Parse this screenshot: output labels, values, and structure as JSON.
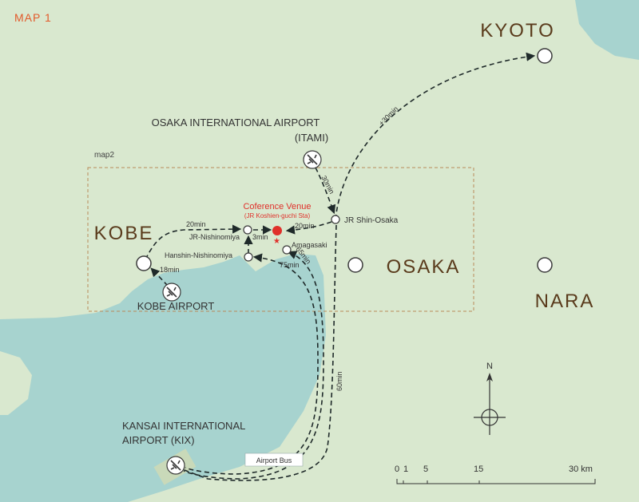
{
  "map": {
    "title": "MAP 1",
    "inset_label": "map2",
    "colors": {
      "land": "#d9e8cf",
      "water": "#a7d3cf",
      "route": "#1f2a2a",
      "city_text": "#5a3b1c",
      "title": "#e25a2a",
      "venue": "#e0302a",
      "box": "#b98a5a"
    },
    "cities": {
      "kyoto": "KYOTO",
      "kobe": "KOBE",
      "osaka": "OSAKA",
      "nara": "NARA"
    },
    "airports": {
      "itami_line1": "OSAKA INTERNATIONAL AIRPORT",
      "itami_line2": "(ITAMI)",
      "kobe": "KOBE AIRPORT",
      "kix_line1": "KANSAI INTERNATIONAL",
      "kix_line2": "AIRPORT (KIX)"
    },
    "stations": {
      "shin_osaka": "JR Shin-Osaka",
      "jr_nishinomiya": "JR-Nishinomiya",
      "hanshin_nishinomiya": "Hanshin-Nishinomiya",
      "amagasaki": "Amagasaki"
    },
    "venue": {
      "name": "Coference Venue",
      "sub": "(JR Koshien-guchi Sta)"
    },
    "times": {
      "kyoto": "+30min",
      "itami": "30min",
      "shin_osaka_venue": "20min",
      "kobe_nishinomiya": "20min",
      "nishinomiya_venue": "3min",
      "kobe_airport": "18min",
      "amagasaki_65": "65min",
      "hanshin_75": "75min",
      "kix_60": "60min"
    },
    "airport_bus": "Airport Bus",
    "compass": "N",
    "scale": {
      "ticks": [
        "0",
        "1",
        "5",
        "15",
        "30 km"
      ]
    }
  }
}
